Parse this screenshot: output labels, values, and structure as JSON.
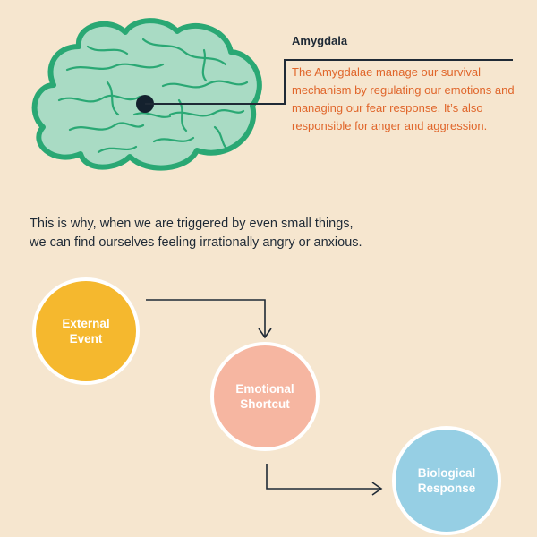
{
  "callout": {
    "title": "Amygdala",
    "body": "The Amygdalae manage our survival mechanism by regulating our emotions and managing our fear response. It’s also responsible for anger and aggression."
  },
  "intro": {
    "line1": "This is why, when we are triggered by even small things,",
    "line2": "we can find ourselves feeling irrationally angry or anxious."
  },
  "flow": [
    {
      "line1": "External",
      "line2": "Event",
      "color": "#f5b82e"
    },
    {
      "line1": "Emotional",
      "line2": "Shortcut",
      "color": "#f6b6a1"
    },
    {
      "line1": "Biological",
      "line2": "Response",
      "color": "#96cfe4"
    }
  ],
  "colors": {
    "background": "#f6e6cf",
    "brain_fill": "#a9dbc4",
    "brain_outline": "#2aa874",
    "lines": "#1f2a36",
    "callout_text": "#e0662b"
  }
}
